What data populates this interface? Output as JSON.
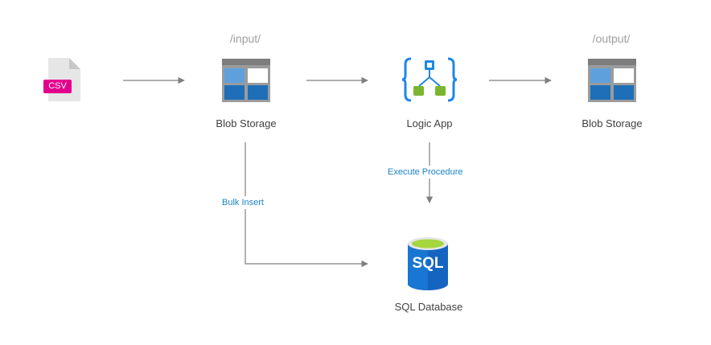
{
  "paths": {
    "input": "/input/",
    "output": "/output/"
  },
  "nodes": {
    "csv": {
      "label": "CSV"
    },
    "blob_input": {
      "label": "Blob Storage"
    },
    "logic_app": {
      "label": "Logic App"
    },
    "blob_output": {
      "label": "Blob Storage"
    },
    "sql": {
      "label": "SQL Database",
      "icon_text": "SQL"
    }
  },
  "edges": {
    "bulk_insert": "Bulk Insert",
    "execute_procedure": "Execute Procedure"
  },
  "colors": {
    "csv_badge": "#e3008c",
    "blob_blue": "#1e6fb7",
    "blob_light": "#5ea0dc",
    "logic_blue": "#1e88e5",
    "logic_green": "#7ab530",
    "sql_blue": "#1565c0",
    "sql_green": "#a5d63f",
    "arrow": "#7f7f7f",
    "edge_label": "#1b84c6"
  }
}
